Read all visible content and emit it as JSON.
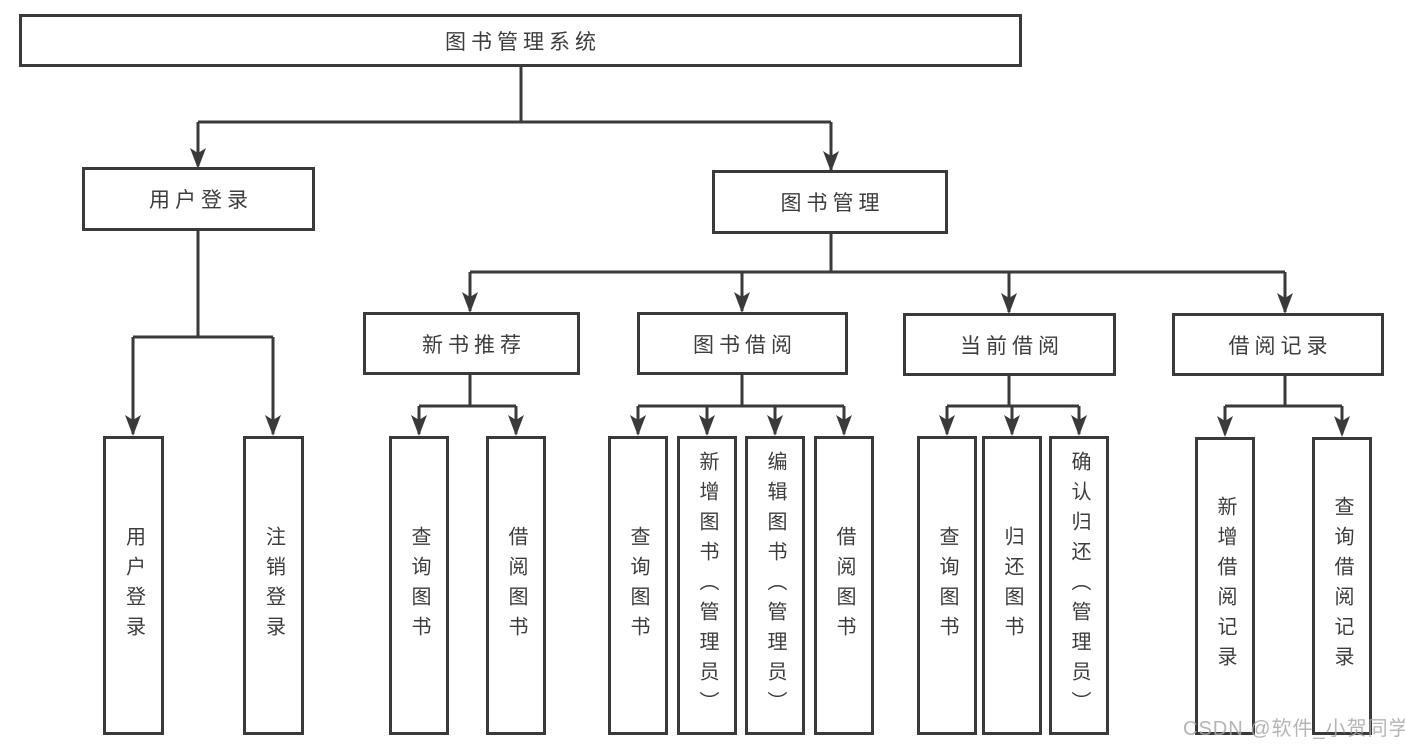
{
  "diagram_title": "图书管理系统",
  "nodes": {
    "root": {
      "label": "图书管理系统"
    },
    "userLogin": {
      "label": "用户登录"
    },
    "bookMgmt": {
      "label": "图书管理"
    },
    "newBooks": {
      "label": "新书推荐"
    },
    "borrowing": {
      "label": "图书借阅"
    },
    "currentBorrow": {
      "label": "当前借阅"
    },
    "borrowRecords": {
      "label": "借阅记录"
    },
    "leaves": [
      "用户登录",
      "注销登录",
      "查询图书",
      "借阅图书",
      "查询图书",
      "新增图书（管理员）",
      "编辑图书（管理员）",
      "借阅图书",
      "查询图书",
      "归还图书",
      "确认归还（管理员）",
      "新增借阅记录",
      "查询借阅记录"
    ]
  },
  "hierarchy": {
    "图书管理系统": {
      "用户登录": [
        "用户登录",
        "注销登录"
      ],
      "图书管理": {
        "新书推荐": [
          "查询图书",
          "借阅图书"
        ],
        "图书借阅": [
          "查询图书",
          "新增图书（管理员）",
          "编辑图书（管理员）",
          "借阅图书"
        ],
        "当前借阅": [
          "查询图书",
          "归还图书",
          "确认归还（管理员）"
        ],
        "借阅记录": [
          "新增借阅记录",
          "查询借阅记录"
        ]
      }
    }
  },
  "watermark": "CSDN @软件_小贺同学",
  "colors": {
    "line": "#3a3a3a",
    "border": "#3a3a3a",
    "text": "#3d3d3d",
    "watermark": "#a9a9a9",
    "background": "#ffffff"
  }
}
